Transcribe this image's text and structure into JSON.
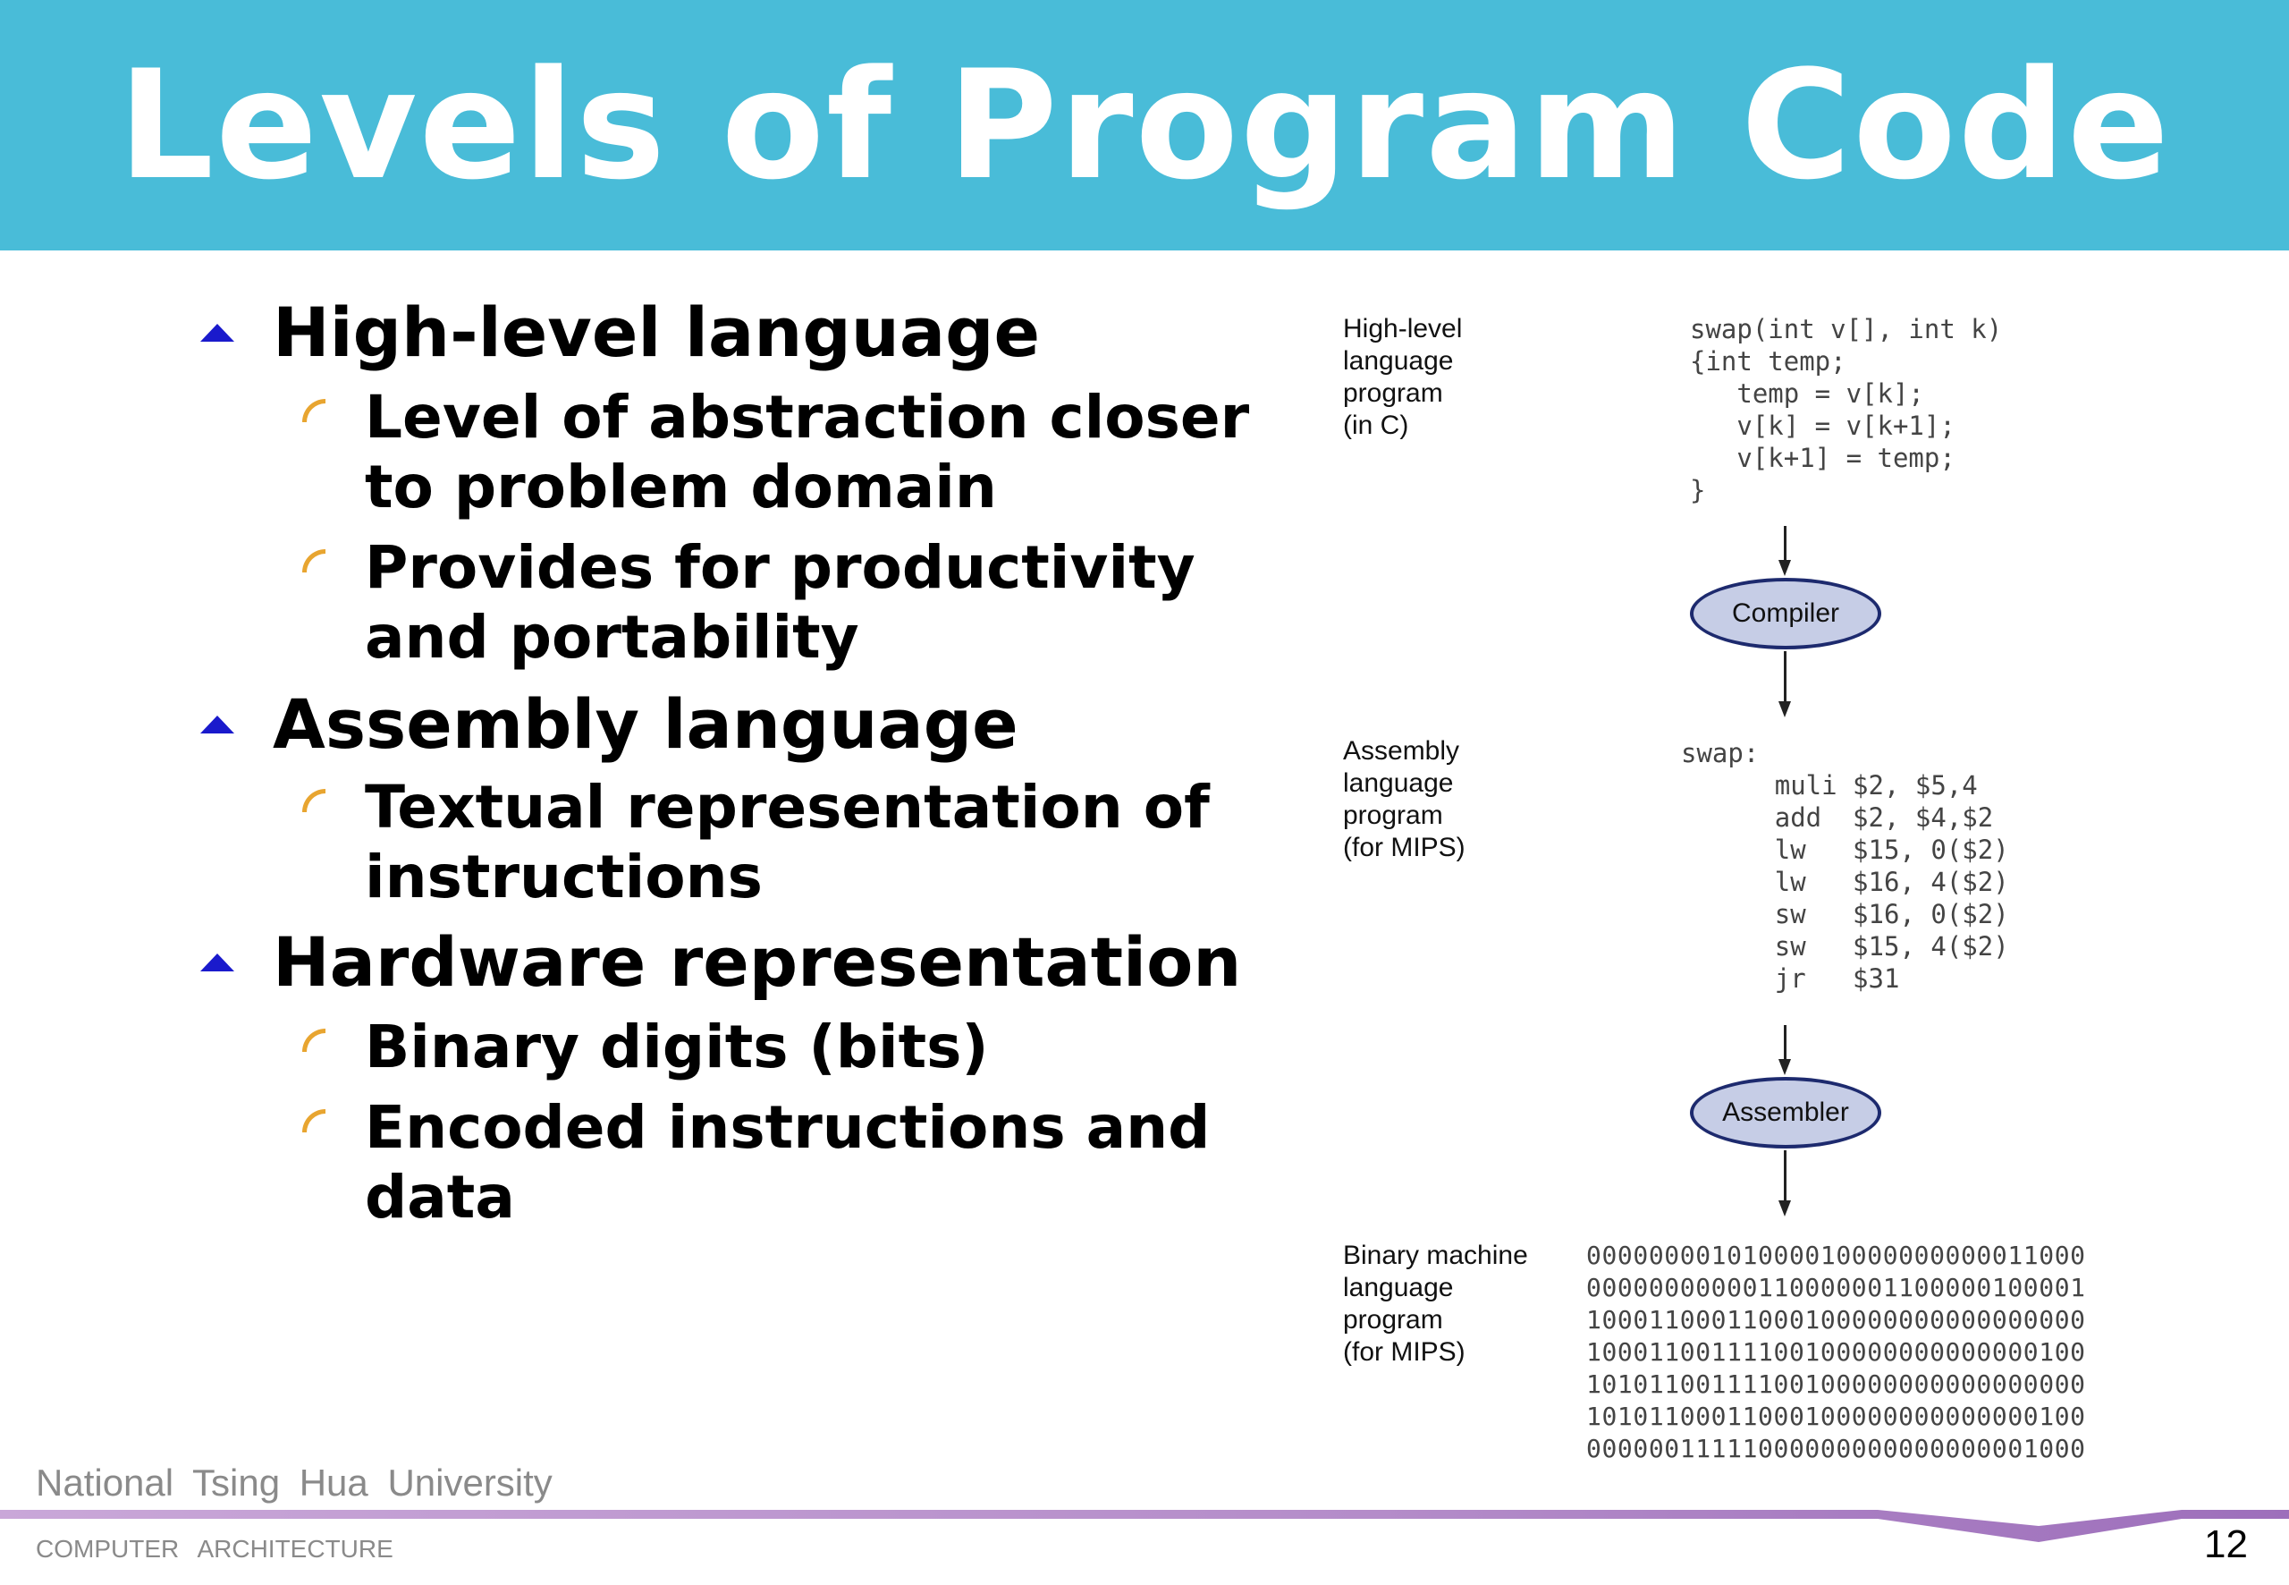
{
  "title": "Levels of Program Code",
  "bullets": [
    {
      "text": "High-level language",
      "level": 1
    },
    {
      "text": "Level of abstraction closer",
      "level": 2
    },
    {
      "text": "to problem domain",
      "level": 2,
      "continuation": true
    },
    {
      "text": "Provides for productivity",
      "level": 2
    },
    {
      "text": "and portability",
      "level": 2,
      "continuation": true
    },
    {
      "text": "Assembly language",
      "level": 1
    },
    {
      "text": "Textual representation of",
      "level": 2
    },
    {
      "text": "instructions",
      "level": 2,
      "continuation": true
    },
    {
      "text": "Hardware representation",
      "level": 1
    },
    {
      "text": "Binary digits (bits)",
      "level": 2
    },
    {
      "text": "Encoded instructions and",
      "level": 2
    },
    {
      "text": "data",
      "level": 2,
      "continuation": true
    }
  ],
  "diagram": {
    "high_level": {
      "label_lines": [
        "High-level",
        "language",
        "program",
        "(in C)"
      ],
      "code_lines": [
        "swap(int v[], int k)",
        "{int temp;",
        "   temp = v[k];",
        "   v[k] = v[k+1];",
        "   v[k+1] = temp;",
        "}"
      ]
    },
    "compiler_label": "Compiler",
    "assembly": {
      "label_lines": [
        "Assembly",
        "language",
        "program",
        "(for MIPS)"
      ],
      "code_lines": [
        "swap:",
        "      muli $2, $5,4",
        "      add  $2, $4,$2",
        "      lw   $15, 0($2)",
        "      lw   $16, 4($2)",
        "      sw   $16, 0($2)",
        "      sw   $15, 4($2)",
        "      jr   $31"
      ]
    },
    "assembler_label": "Assembler",
    "binary": {
      "label_lines": [
        "Binary machine",
        "language",
        "program",
        "(for MIPS)"
      ],
      "code_lines": [
        "00000000101000010000000000011000",
        "00000000000110000001100000100001",
        "10001100011000100000000000000000",
        "10001100111100100000000000000100",
        "10101100111100100000000000000000",
        "10101100011000100000000000000100",
        "00000011111000000000000000001000"
      ]
    }
  },
  "footer": {
    "university": "National  Tsing  Hua  University",
    "course": "COMPUTER  ARCHITECTURE",
    "page_number": "12"
  },
  "colors": {
    "title_bar": "#49bcd8",
    "bullet_l1": "#1a1acc",
    "bullet_l2": "#e8a530",
    "ellipse_fill": "#c6cde6",
    "ellipse_border": "#1d2a6e",
    "footer_band": "#a77fc0"
  }
}
